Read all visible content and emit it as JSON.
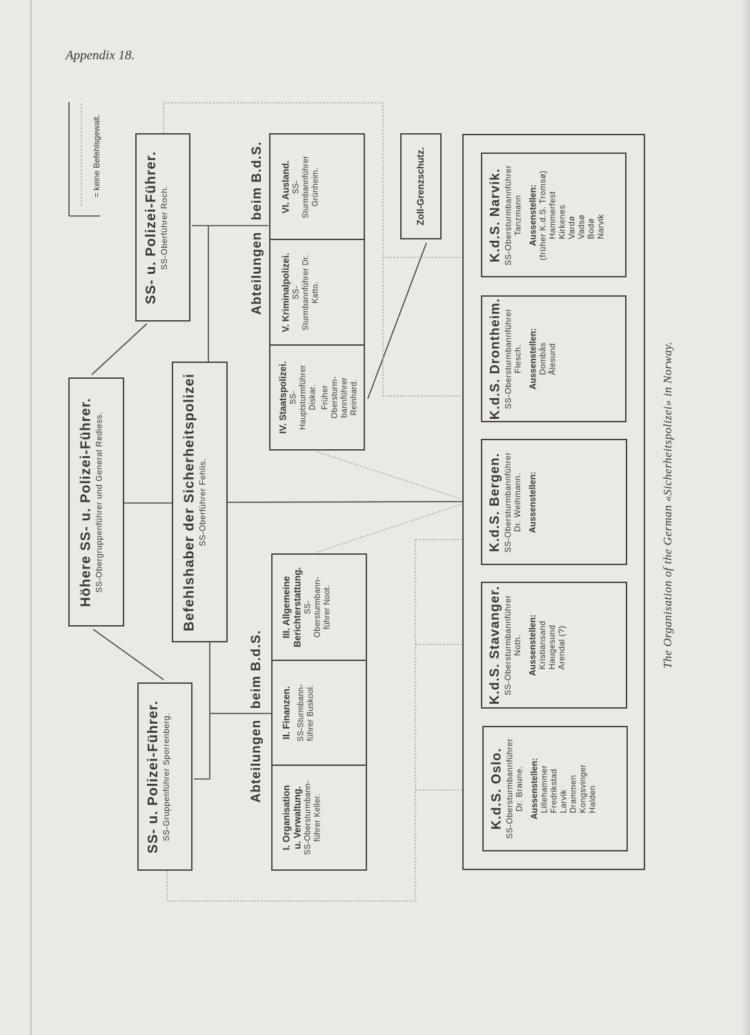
{
  "page": {
    "header": "Appendix 18.",
    "caption": "The Organisation of the German «Sicherheitspolizei» in Norway."
  },
  "legend": {
    "text": "= keine Befehlsgewalt."
  },
  "colors": {
    "ink": "#3b3634",
    "paper": "#ebe9e5",
    "dashed": "#9a9590"
  },
  "hssp": {
    "title": "Höhere SS- u. Polizei-Führer.",
    "sub": "SS-Obergruppenführer und General Rediess."
  },
  "sspf_north": {
    "title": "SS- u. Polizei-Führer.",
    "sub": "SS-Oberführer Roch."
  },
  "sspf_south": {
    "title": "SS- u. Polizei-Führer.",
    "sub": "SS-Gruppenführer Sporrenberg."
  },
  "bds": {
    "title": "Befehlshaber der Sicherheitspolizei",
    "sub": "SS-Oberführer Fehlis."
  },
  "abteilungen": {
    "label": "Abteilungen",
    "beim": "beim B.d.S."
  },
  "departments": [
    {
      "head": "I. Organisation u. Verwaltung.",
      "sub": "SS-Obersturmbann-führer Keller."
    },
    {
      "head": "II. Finanzen.",
      "sub": "SS-Sturmbann-führer Buskool."
    },
    {
      "head": "III. Allgemeine Berichterstattung.",
      "sub": "SS-Obersturmbann-führer Noot."
    },
    {
      "head": "IV. Staatspolizei.",
      "sub": "SS-Hauptsturmführer Diskar.",
      "sub2": "Früher Obersturm-bannführer Reinhard."
    },
    {
      "head": "V. Kriminalpolizei.",
      "sub": "SS-Sturmbannführer Dr. Katto."
    },
    {
      "head": "VI. Ausland.",
      "sub": "SS-Sturmbannführer Grünheim."
    }
  ],
  "zoll": {
    "title": "Zoll-Grenzschutz."
  },
  "kds": [
    {
      "title": "K.d.S. Oslo.",
      "sub": "SS-Obersturmbannführer Dr. Braune.",
      "aus_label": "Aussenstellen:",
      "aus_note": "",
      "places": [
        "Lillehammer",
        "Fredrikstad",
        "Larvik",
        "Drammen",
        "Kongsvinger",
        "Halden"
      ]
    },
    {
      "title": "K.d.S. Stavanger.",
      "sub": "SS-Obersturmbannführer Noth.",
      "aus_label": "Aussenstellen:",
      "aus_note": "",
      "places": [
        "Kristiansand",
        "Haugesund",
        "Arendal (?)"
      ]
    },
    {
      "title": "K.d.S. Bergen.",
      "sub": "SS-Obersturmbannführer Dr. Weihmann.",
      "aus_label": "Aussenstellen:",
      "aus_note": "",
      "places": []
    },
    {
      "title": "K.d.S. Drontheim.",
      "sub": "SS-Obersturmbannführer Flesch.",
      "aus_label": "Aussenstellen:",
      "aus_note": "",
      "places": [
        "Dombås",
        "Ålesund"
      ]
    },
    {
      "title": "K.d.S. Narvik.",
      "sub": "SS-Obersturmbannführer Tanzmann",
      "aus_label": "Aussenstellen:",
      "aus_note": "(früher K.d.S. Tromsø)",
      "places": [
        "Hammerfest",
        "Kirkenes",
        "Vardø",
        "Vadsø",
        "Bodø",
        "Narvik"
      ]
    }
  ]
}
